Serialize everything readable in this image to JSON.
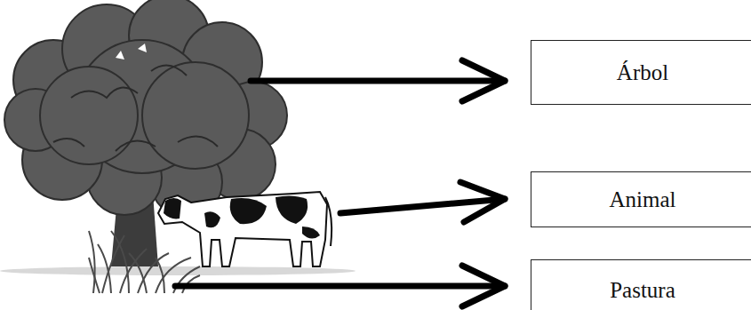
{
  "diagram": {
    "nodes": [
      {
        "text": [
          "Árbol"
        ]
      },
      {
        "text": [
          "Animal"
        ]
      },
      {
        "text": [
          "Pastura"
        ]
      }
    ]
  }
}
